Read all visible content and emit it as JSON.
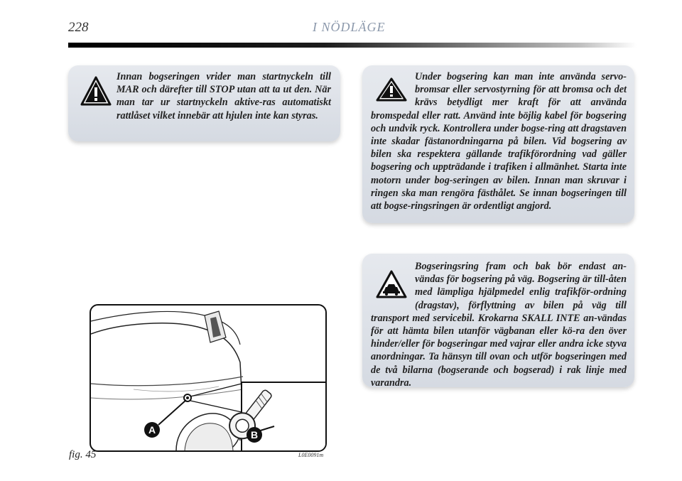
{
  "header": {
    "page_number": "228",
    "section_title": "I NÖDLÄGE"
  },
  "notes": {
    "left_warning": "Innan bogseringen vrider man startnyckeln till MAR och därefter till STOP utan att ta ut den. När man tar ur startnyckeln aktive-ras automatiskt rattlåset vilket innebär att hjulen inte kan styras.",
    "right_warning": "Under bogsering kan man inte använda servo-bromsar eller servostyrning för att bromsa och det krävs betydligt mer kraft för att använda bromspedal eller ratt. Använd inte böjlig kabel för bogsering och undvik ryck. Kontrollera under bogse-ring att dragstaven inte skadar fästanordningarna på bilen. Vid bogsering av bilen ska respektera gällande trafikförordning vad gäller bogsering och uppträdande i trafiken i allmänhet.  Starta inte motorn under bog-seringen av bilen. Innan man skruvar i ringen ska man rengöra fästhålet. Se innan bogseringen till att bogse-ringsringen är ordentligt angjord.",
    "right_caution": "Bogseringsring fram och bak bör endast an-vändas för bogsering på väg.  Bogsering är till-åten med lämpliga hjälpmedel enlig trafikför-ordning (dragstav), förflyttning av bilen på väg till transport med servicebil. Krokarna SKALL INTE an-vändas för att hämta bilen utanför vägbanan eller kö-ra den över hinder/eller för bogseringar med vajrar eller andra icke styva anordningar. Ta hänsyn till ovan och utför bogseringen med de två bilarna (bogserande och bogserad) i rak linje med varandra."
  },
  "figure": {
    "label_a": "A",
    "label_b": "B",
    "caption": "fig. 45",
    "code": "L0E0091m"
  },
  "icons": {
    "warning": "warning-triangle-icon",
    "caution": "car-caution-icon"
  },
  "colors": {
    "note_background": "#dde1e8",
    "section_title": "#8b98ab"
  }
}
